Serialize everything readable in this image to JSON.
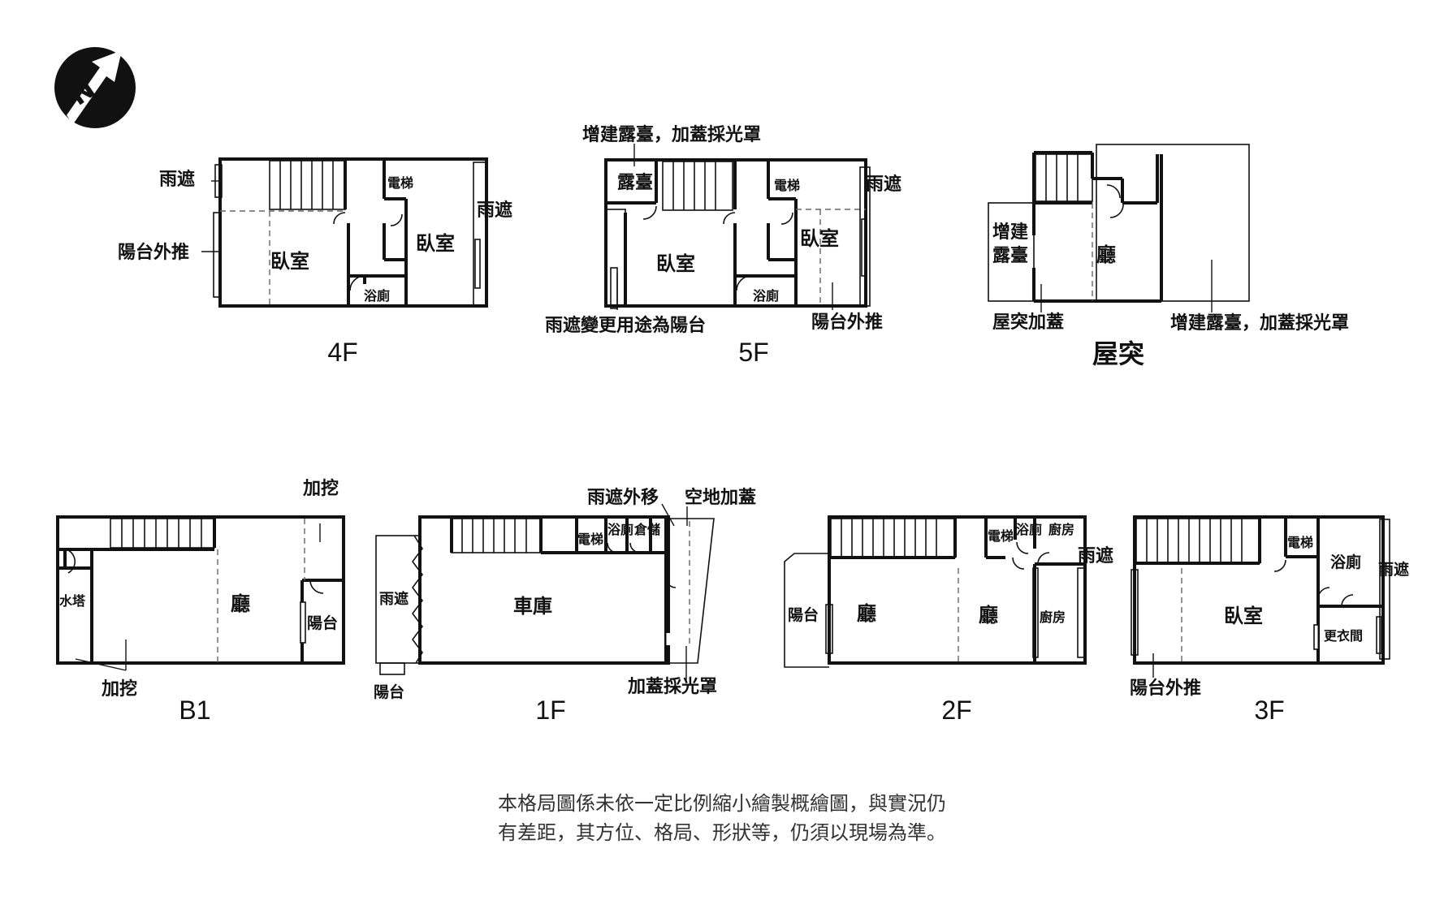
{
  "compass": {
    "letter": "N"
  },
  "floors": {
    "f4": {
      "name": "4F",
      "labels": {
        "rain_shade_left": "雨遮",
        "rain_shade_right": "雨遮",
        "balcony_push": "陽台外推",
        "bedroom_1": "臥室",
        "bedroom_2": "臥室",
        "elevator": "電梯",
        "bathroom": "浴廁"
      }
    },
    "f5": {
      "name": "5F",
      "labels": {
        "terrace_note": "增建露臺，加蓋採光罩",
        "terrace": "露臺",
        "elevator": "電梯",
        "rain_shade": "雨遮",
        "bedroom_1": "臥室",
        "bedroom_2": "臥室",
        "bathroom": "浴廁",
        "rain_shade_converted": "雨遮變更用途為陽台",
        "balcony_push": "陽台外推"
      }
    },
    "roof": {
      "name": "屋突",
      "labels": {
        "added_terrace_line1": "增建",
        "added_terrace_line2": "露臺",
        "hall": "廳",
        "roof_addition": "屋突加蓋",
        "terrace_note": "增建露臺，加蓋採光罩"
      }
    },
    "b1": {
      "name": "B1",
      "labels": {
        "dig_top": "加挖",
        "water_tower": "水塔",
        "hall": "廳",
        "balcony": "陽台",
        "dig_bottom": "加挖"
      }
    },
    "f1": {
      "name": "1F",
      "labels": {
        "rain_shade_moved": "雨遮外移",
        "open_space_added": "空地加蓋",
        "elevator": "電梯",
        "bathroom": "浴廁",
        "storage": "倉儲",
        "rain_shade": "雨遮",
        "garage": "車庫",
        "balcony": "陽台",
        "skylight_added": "加蓋採光罩"
      }
    },
    "f2": {
      "name": "2F",
      "labels": {
        "elevator": "電梯",
        "bathroom": "浴廁",
        "kitchen_top": "廚房",
        "rain_shade": "雨遮",
        "balcony": "陽台",
        "hall_1": "廳",
        "hall_2": "廳",
        "kitchen": "廚房"
      }
    },
    "f3": {
      "name": "3F",
      "labels": {
        "elevator": "電梯",
        "bathroom": "浴廁",
        "rain_shade": "雨遮",
        "bedroom": "臥室",
        "closet": "更衣間",
        "balcony_push": "陽台外推"
      }
    }
  },
  "disclaimer": {
    "line1": "本格局圖係未依一定比例縮小繪製概繪圖，與實況仍",
    "line2": "有差距，其方位、格局、形狀等，仍須以現場為準。"
  }
}
